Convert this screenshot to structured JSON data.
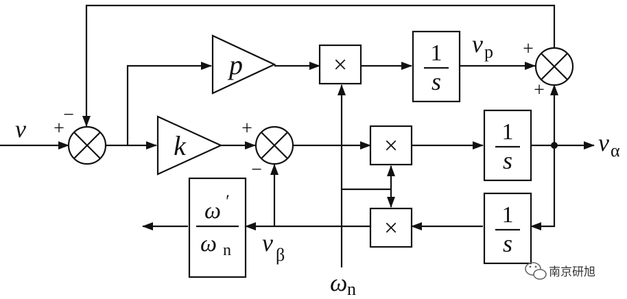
{
  "signals": {
    "v_input": "v",
    "v_alpha": "v",
    "v_alpha_sub": "α",
    "v_beta": "v",
    "v_beta_sub": "β",
    "v_p": "v",
    "v_p_sub": "p",
    "omega_n": "ω",
    "omega_n_sub": "n"
  },
  "gains": {
    "p": "p",
    "k": "k"
  },
  "integrators": {
    "numerator": "1",
    "denominator": "s"
  },
  "multiplier_symbol": "×",
  "output_block": {
    "numerator": "ω",
    "numerator_prime": "′",
    "denominator": "ω",
    "denominator_sub": "n"
  },
  "signs": {
    "sum1_plus": "+",
    "sum1_minus": "−",
    "sum2_plus": "+",
    "sum2_minus": "−",
    "sum3_plus_top": "+",
    "sum3_plus_bottom": "+"
  },
  "watermark": {
    "icon": "wechat-icon",
    "text": "南京研旭"
  }
}
